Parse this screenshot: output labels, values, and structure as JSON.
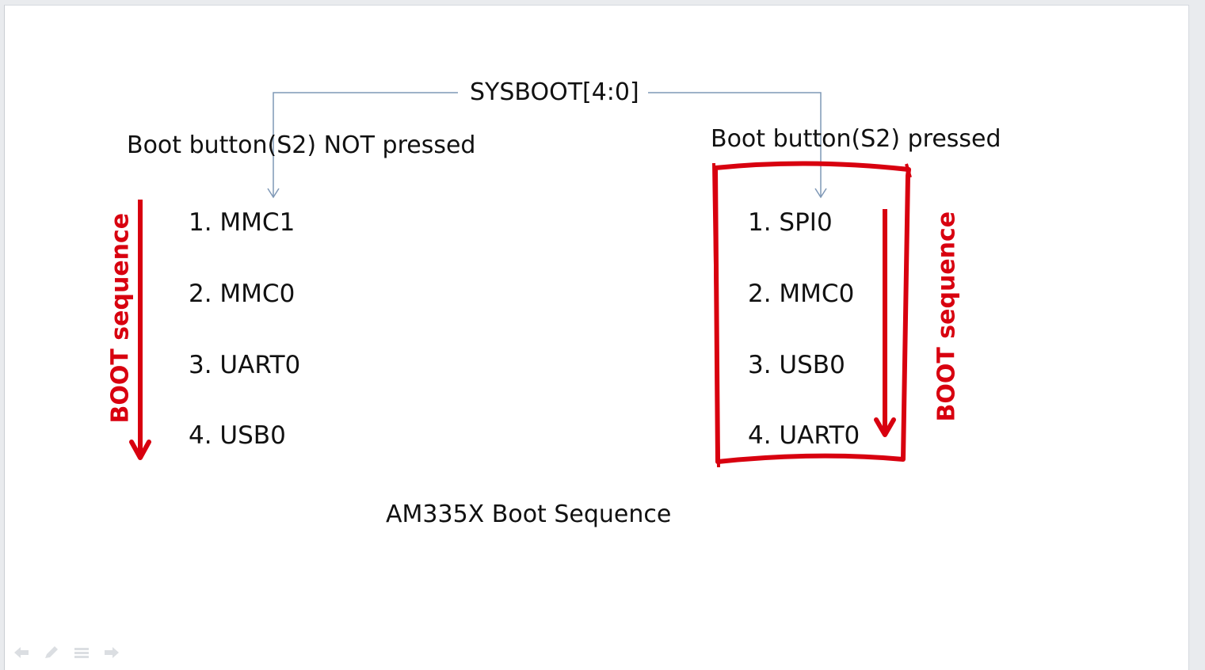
{
  "title": "SYSBOOT[4:0]",
  "left": {
    "condition": "Boot button(S2) NOT pressed",
    "sequence_label": "BOOT sequence",
    "items": [
      "1. MMC1",
      "2. MMC0",
      "3. UART0",
      "4. USB0"
    ]
  },
  "right": {
    "condition": "Boot button(S2) pressed",
    "sequence_label": "BOOT sequence",
    "items": [
      "1. SPI0",
      "2. MMC0",
      "3. USB0",
      "4. UART0"
    ]
  },
  "caption": "AM335X Boot Sequence",
  "colors": {
    "accent_red": "#d8000f",
    "connector_blue": "#7f98b6",
    "text": "#111111"
  },
  "icons": [
    "previous-icon",
    "pen-icon",
    "menu-icon",
    "next-icon"
  ]
}
